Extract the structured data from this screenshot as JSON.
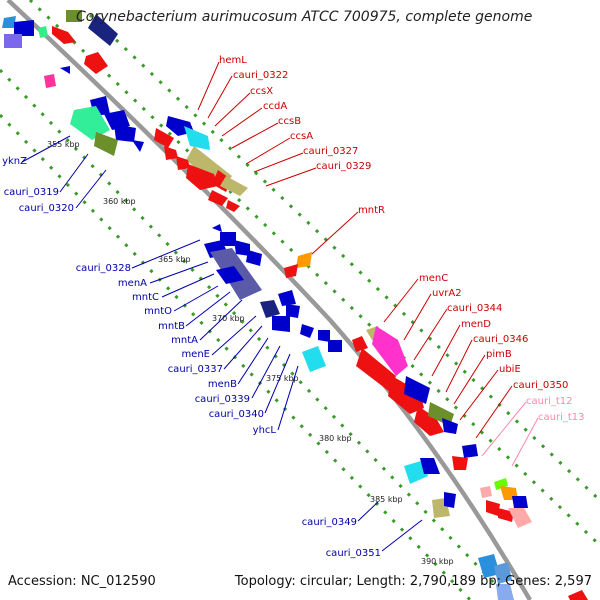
{
  "title": "Corynebacterium aurimucosum ATCC 700975, complete genome",
  "footer": {
    "accession": "Accession: NC_012590",
    "topology": "Topology: circular; Length: 2,790,189 bp; Genes: 2,597"
  },
  "colors": {
    "backbone": "#999999",
    "dots": "#3a9a2a",
    "red_labels": "#cc0000",
    "blue_labels": "#0000aa",
    "rna_labels": "#ff88aa"
  },
  "kbp_ticks": [
    "355 kbp",
    "360 kbp",
    "365 kbp",
    "370 kbp",
    "375 kbp",
    "380 kbp",
    "385 kbp",
    "390 kbp"
  ],
  "labels_right": [
    "hemL",
    "cauri_0322",
    "ccsX",
    "ccdA",
    "ccsB",
    "ccsA",
    "cauri_0327",
    "cauri_0329",
    "mntR",
    "menC",
    "uvrA2",
    "cauri_0344",
    "menD",
    "cauri_0346",
    "pimB",
    "ubiE",
    "cauri_0350"
  ],
  "labels_rna": [
    "cauri_t12",
    "cauri_t13"
  ],
  "labels_left": [
    "yknZ",
    "cauri_0319",
    "cauri_0320",
    "cauri_0328",
    "menA",
    "mntC",
    "mntO",
    "mntB",
    "mntA",
    "menE",
    "cauri_0337",
    "menB",
    "cauri_0339",
    "cauri_0340",
    "yhcL",
    "cauri_0349",
    "cauri_0351"
  ]
}
